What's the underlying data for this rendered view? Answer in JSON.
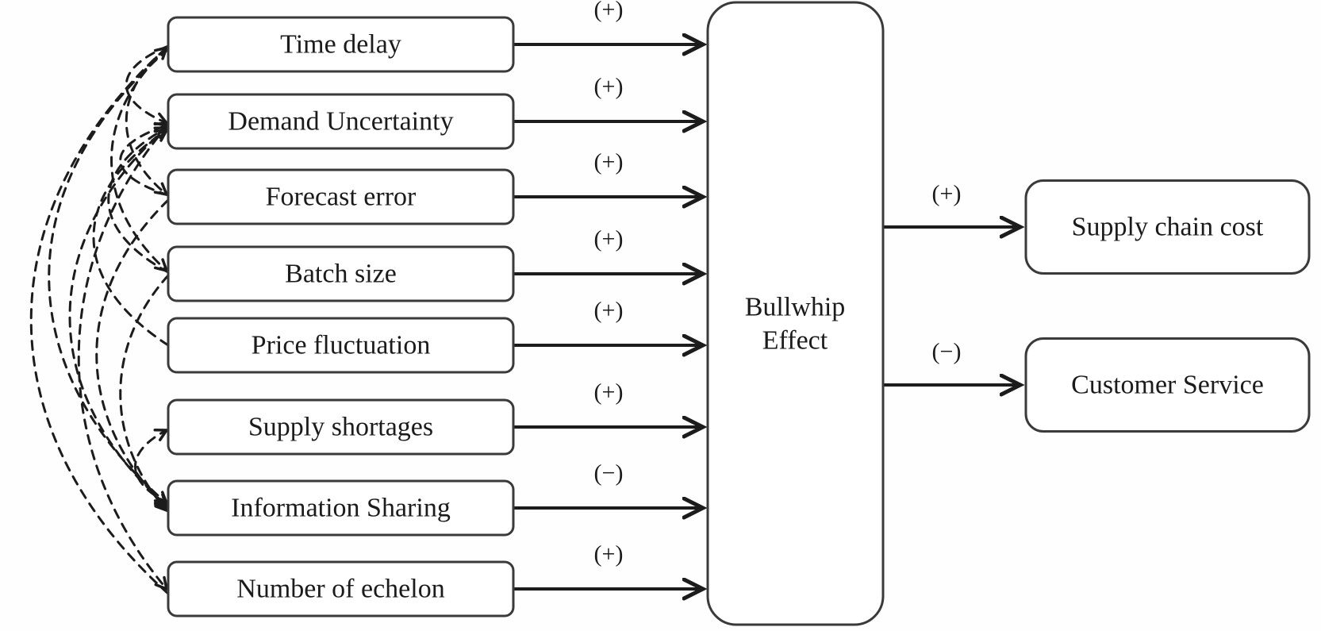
{
  "diagram": {
    "factors": [
      {
        "label": "Time delay",
        "sign": "(+)"
      },
      {
        "label": "Demand Uncertainty",
        "sign": "(+)"
      },
      {
        "label": "Forecast error",
        "sign": "(+)"
      },
      {
        "label": "Batch size",
        "sign": "(+)"
      },
      {
        "label": "Price fluctuation",
        "sign": "(+)"
      },
      {
        "label": "Supply shortages",
        "sign": "(+)"
      },
      {
        "label": "Information Sharing",
        "sign": "(−)"
      },
      {
        "label": "Number of echelon",
        "sign": "(+)"
      }
    ],
    "hub": {
      "label": "Bullwhip Effect",
      "lines": [
        "Bullwhip",
        "Effect"
      ]
    },
    "outcomes": [
      {
        "label": "Supply chain cost",
        "sign": "(+)"
      },
      {
        "label": "Customer Service",
        "sign": "(−)"
      }
    ],
    "correlations": [
      {
        "from": 7,
        "to": 0,
        "bulge": 230,
        "fromDy": 6,
        "toDy": 4
      },
      {
        "from": 0,
        "to": 6,
        "bulge": 200,
        "fromDy": 6,
        "toDy": -6
      },
      {
        "from": 1,
        "to": 6,
        "bulge": 165,
        "fromDy": 6,
        "toDy": -3
      },
      {
        "from": 2,
        "to": 6,
        "bulge": 120,
        "fromDy": 4,
        "toDy": 0
      },
      {
        "from": 3,
        "to": 6,
        "bulge": 80,
        "fromDy": 2,
        "toDy": 3
      },
      {
        "from": 6,
        "to": 5,
        "bulge": 55,
        "fromDy": -6,
        "toDy": 4
      },
      {
        "from": 0,
        "to": 1,
        "bulge": 70,
        "fromDy": 2,
        "toDy": 2
      },
      {
        "from": 2,
        "to": 1,
        "bulge": 80,
        "fromDy": -2,
        "toDy": 5
      },
      {
        "from": 3,
        "to": 1,
        "bulge": 100,
        "fromDy": -2,
        "toDy": 8
      },
      {
        "from": 4,
        "to": 1,
        "bulge": 125,
        "fromDy": 0,
        "toDy": 11
      },
      {
        "from": 0,
        "to": 3,
        "bulge": 95,
        "fromDy": 4,
        "toDy": -4
      },
      {
        "from": 0,
        "to": 2,
        "bulge": 70,
        "fromDy": 3,
        "toDy": -3
      },
      {
        "from": 1,
        "to": 7,
        "bulge": 150,
        "fromDy": 4,
        "toDy": 0
      }
    ],
    "colors": {
      "line": "#1c1c1c",
      "box_border": "#3a3a3a",
      "box_fill": "#ffffff",
      "text": "#1b1b1b",
      "background": "#fefefe"
    }
  }
}
